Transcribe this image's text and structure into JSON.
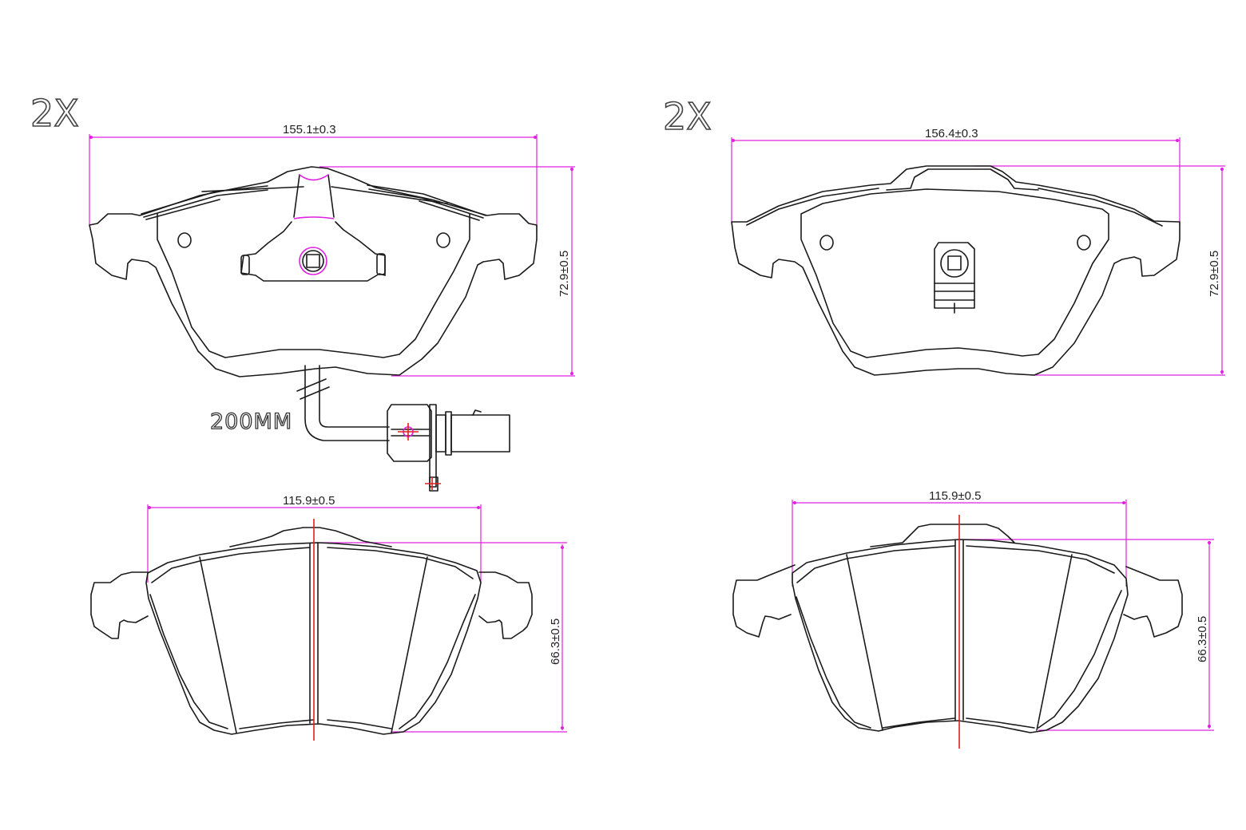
{
  "drawing": {
    "title": "Brake pad set technical drawing",
    "colors": {
      "outline": "#1a1a1a",
      "dimension": "#e020e0",
      "centerline": "#e02020"
    }
  },
  "views": [
    {
      "id": "top-left-backplate",
      "quantity": "2X",
      "width_dim": "155.1±0.3",
      "height_dim": "72.9±0.5",
      "features": [
        "mounting-holes",
        "sensor-bracket",
        "wear-sensor"
      ]
    },
    {
      "id": "top-right-backplate",
      "quantity": "2X",
      "width_dim": "156.4±0.3",
      "height_dim": "72.9±0.5",
      "features": [
        "mounting-holes",
        "clip-spring"
      ]
    },
    {
      "id": "bottom-left-friction",
      "width_dim": "115.9±0.5",
      "height_dim": "66.3±0.5",
      "features": [
        "friction-slot",
        "chamfers"
      ]
    },
    {
      "id": "bottom-right-friction",
      "width_dim": "115.9±0.5",
      "height_dim": "66.3±0.5",
      "features": [
        "friction-slot",
        "chamfers"
      ]
    }
  ],
  "sensor": {
    "cable_length_label": "200MM"
  }
}
